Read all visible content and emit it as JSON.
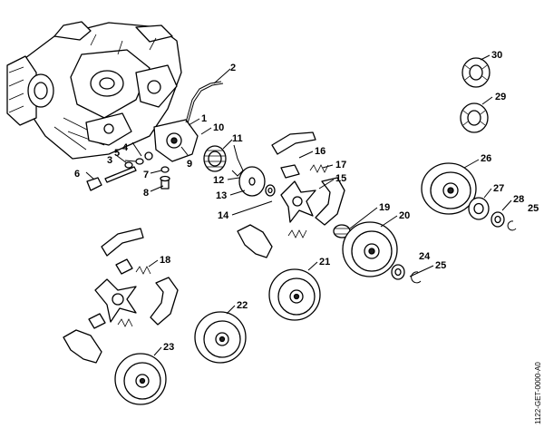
{
  "callouts": [
    {
      "id": "c1",
      "text": "1"
    },
    {
      "id": "c2",
      "text": "2"
    },
    {
      "id": "c3",
      "text": "3"
    },
    {
      "id": "c4",
      "text": "4"
    },
    {
      "id": "c5",
      "text": "5"
    },
    {
      "id": "c6",
      "text": "6"
    },
    {
      "id": "c7",
      "text": "7"
    },
    {
      "id": "c8",
      "text": "8"
    },
    {
      "id": "c9",
      "text": "9"
    },
    {
      "id": "c10",
      "text": "10"
    },
    {
      "id": "c11",
      "text": "11"
    },
    {
      "id": "c12",
      "text": "12"
    },
    {
      "id": "c13",
      "text": "13"
    },
    {
      "id": "c14",
      "text": "14"
    },
    {
      "id": "c15",
      "text": "15"
    },
    {
      "id": "c16",
      "text": "16"
    },
    {
      "id": "c17",
      "text": "17"
    },
    {
      "id": "c18",
      "text": "18"
    },
    {
      "id": "c19",
      "text": "19"
    },
    {
      "id": "c20",
      "text": "20"
    },
    {
      "id": "c21",
      "text": "21"
    },
    {
      "id": "c22",
      "text": "22"
    },
    {
      "id": "c23",
      "text": "23"
    },
    {
      "id": "c24",
      "text": "24"
    },
    {
      "id": "c25a",
      "text": "25"
    },
    {
      "id": "c25b",
      "text": "25"
    },
    {
      "id": "c26",
      "text": "26"
    },
    {
      "id": "c27",
      "text": "27"
    },
    {
      "id": "c28",
      "text": "28"
    },
    {
      "id": "c29",
      "text": "29"
    },
    {
      "id": "c30",
      "text": "30"
    }
  ],
  "drawing_code": "1122-GET-0000-A0"
}
